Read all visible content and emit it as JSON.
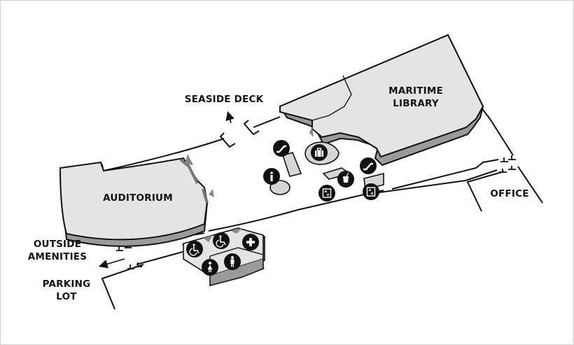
{
  "map": {
    "labels": {
      "seaside_deck": "SEASIDE DECK",
      "maritime_library": [
        "MARITIME",
        "LIBRARY"
      ],
      "auditorium": "AUDITORIUM",
      "office": "OFFICE",
      "outside_amenities": [
        "OUTSIDE",
        "AMENITIES"
      ],
      "parking_lot": [
        "PARKING",
        "LOT"
      ]
    },
    "icons": [
      "escalator-icon",
      "information-icon",
      "luggage-icon",
      "escalator-icon",
      "drink-icon",
      "elevator-icon",
      "elevator-icon",
      "wheelchair-icon",
      "wheelchair-icon",
      "first-aid-icon",
      "womens-restroom-icon",
      "mens-restroom-icon"
    ],
    "colors": {
      "building_fill": "#e4e4e4",
      "building_shade": "#9a9a9a",
      "outline": "#111111",
      "icon_fill": "#111111"
    }
  }
}
